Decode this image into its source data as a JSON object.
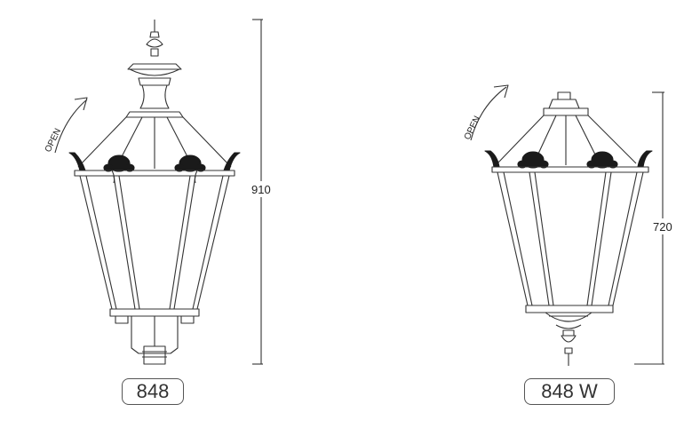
{
  "lamps": [
    {
      "model": "848",
      "height_label": "910",
      "open_label": "OPEN"
    },
    {
      "model": "848 W",
      "height_label": "720",
      "open_label": "OPEN"
    }
  ],
  "colors": {
    "line": "#333333",
    "ornament": "#1a1a1a",
    "label_border": "#555555"
  }
}
